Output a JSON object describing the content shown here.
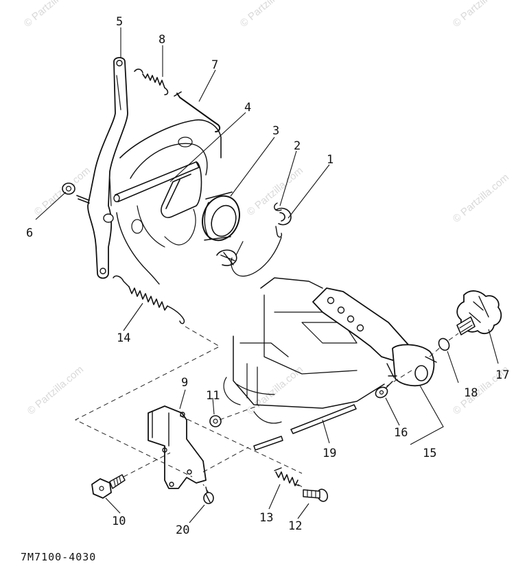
{
  "diagram": {
    "code": "7M7100-4030",
    "watermark_text": "© Partzilla.com",
    "callouts": {
      "p1": "1",
      "p2": "2",
      "p3": "3",
      "p4": "4",
      "p5": "5",
      "p6": "6",
      "p7": "7",
      "p8": "8",
      "p9": "9",
      "p10": "10",
      "p11": "11",
      "p12": "12",
      "p13": "13",
      "p14": "14",
      "p15": "15",
      "p16": "16",
      "p17": "17",
      "p18": "18",
      "p19": "19",
      "p20": "20"
    }
  }
}
